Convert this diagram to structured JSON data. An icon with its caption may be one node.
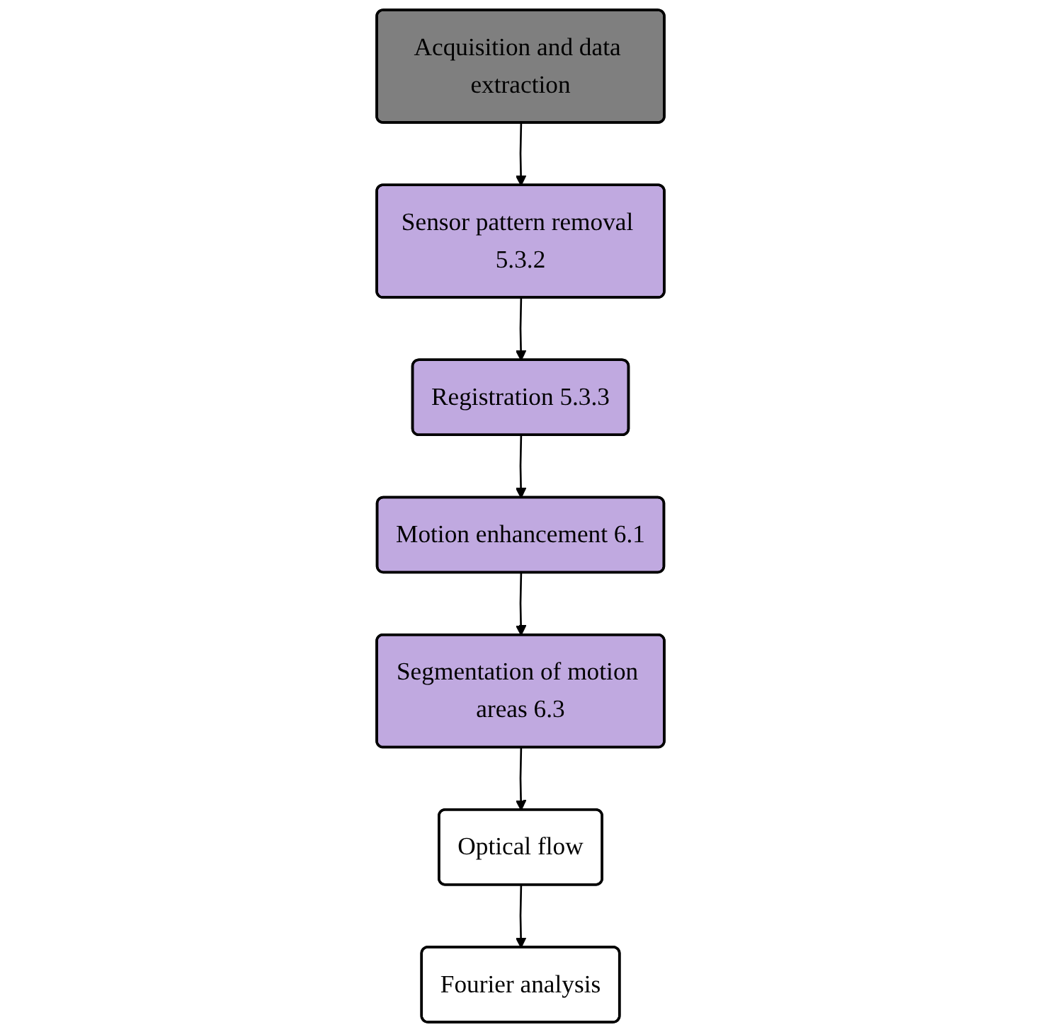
{
  "diagram": {
    "nodes": [
      {
        "text": [
          "Acquisition and data extraction"
        ]
      },
      {
        "text": [
          "Sensor pattern removal 5.3.2"
        ]
      },
      {
        "text": [
          "Registration 5.3.3"
        ]
      },
      {
        "text": [
          "Motion enhancement 6.1"
        ]
      },
      {
        "text": [
          "Segmentation of motion areas 6.3"
        ]
      },
      {
        "text": [
          "Optical flow"
        ]
      },
      {
        "text": [
          "Fourier analysis"
        ]
      }
    ],
    "edges": [
      {
        "from": 0,
        "to": 1,
        "arrow": "to"
      },
      {
        "from": 1,
        "to": 2,
        "arrow": "to"
      },
      {
        "from": 2,
        "to": 3,
        "arrow": "to"
      },
      {
        "from": 3,
        "to": 4,
        "arrow": "to"
      },
      {
        "from": 4,
        "to": 5,
        "arrow": "to"
      },
      {
        "from": 5,
        "to": 6,
        "arrow": "to"
      }
    ]
  }
}
